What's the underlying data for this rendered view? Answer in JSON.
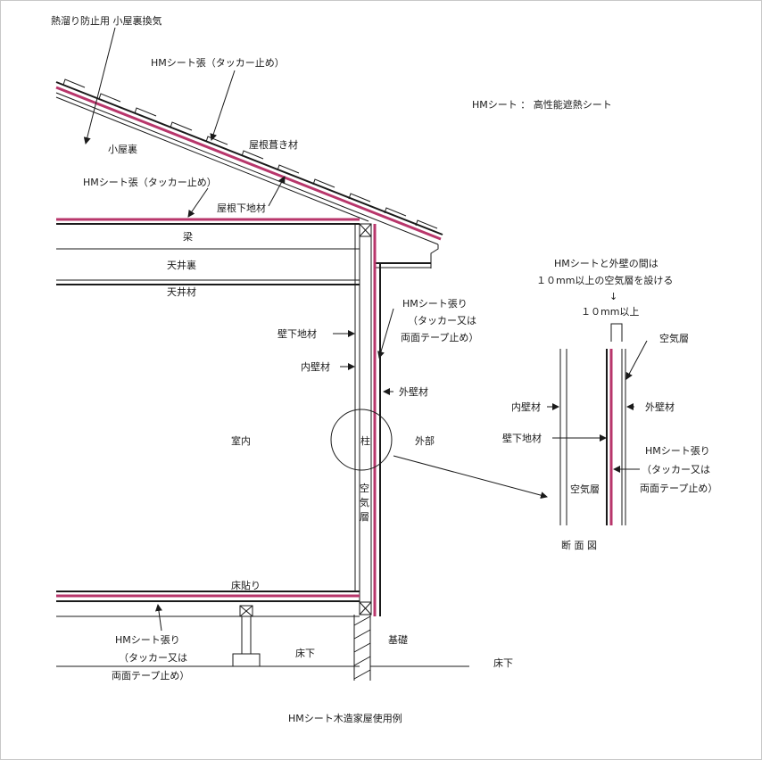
{
  "labels": {
    "heat_vent": "熱溜り防止用 小屋裏換気",
    "hm_roof": "HMシート張（タッカー止め）",
    "legend": "HMシート ： 高性能遮熱シート",
    "attic": "小屋裏",
    "roofing": "屋根葺き材",
    "hm_ceiling": "HMシート張（タッカー止め）",
    "roof_base": "屋根下地材",
    "beam": "梁",
    "ceiling_space": "天井裏",
    "ceiling_mat": "天井材",
    "hm_wall_1": "HMシート張り",
    "hm_wall_2": "（タッカー又は",
    "hm_wall_3": "両面テープ止め）",
    "wall_base": "壁下地材",
    "inner_wall": "内壁材",
    "outer_wall": "外壁材",
    "indoor": "室内",
    "pillar": "柱",
    "outdoor": "外部",
    "air_v1": "空",
    "air_v2": "気",
    "air_v3": "層",
    "floor_finish": "床貼り",
    "hm_floor_1": "HMシート張り",
    "hm_floor_2": "（タッカー又は",
    "hm_floor_3": "両面テープ止め）",
    "underfloor": "床下",
    "foundation": "基礎",
    "underfloor_out": "床下",
    "caption": "HMシート木造家屋使用例"
  },
  "detail": {
    "note_1": "HMシートと外壁の間は",
    "note_2": "１０mm以上の空気層を設ける",
    "gap_arrow": "↓",
    "gap": "１０mm以上",
    "air_layer": "空気層",
    "inner_wall": "内壁材",
    "outer_wall": "外壁材",
    "wall_base": "壁下地材",
    "hm_1": "HMシート張り",
    "hm_2": "（タッカー又は",
    "hm_3": "両面テープ止め）",
    "air_layer_v": "空気層",
    "title": "断 面 図"
  },
  "colors": {
    "sheet": "#b8366b",
    "line": "#1a1a1a"
  }
}
